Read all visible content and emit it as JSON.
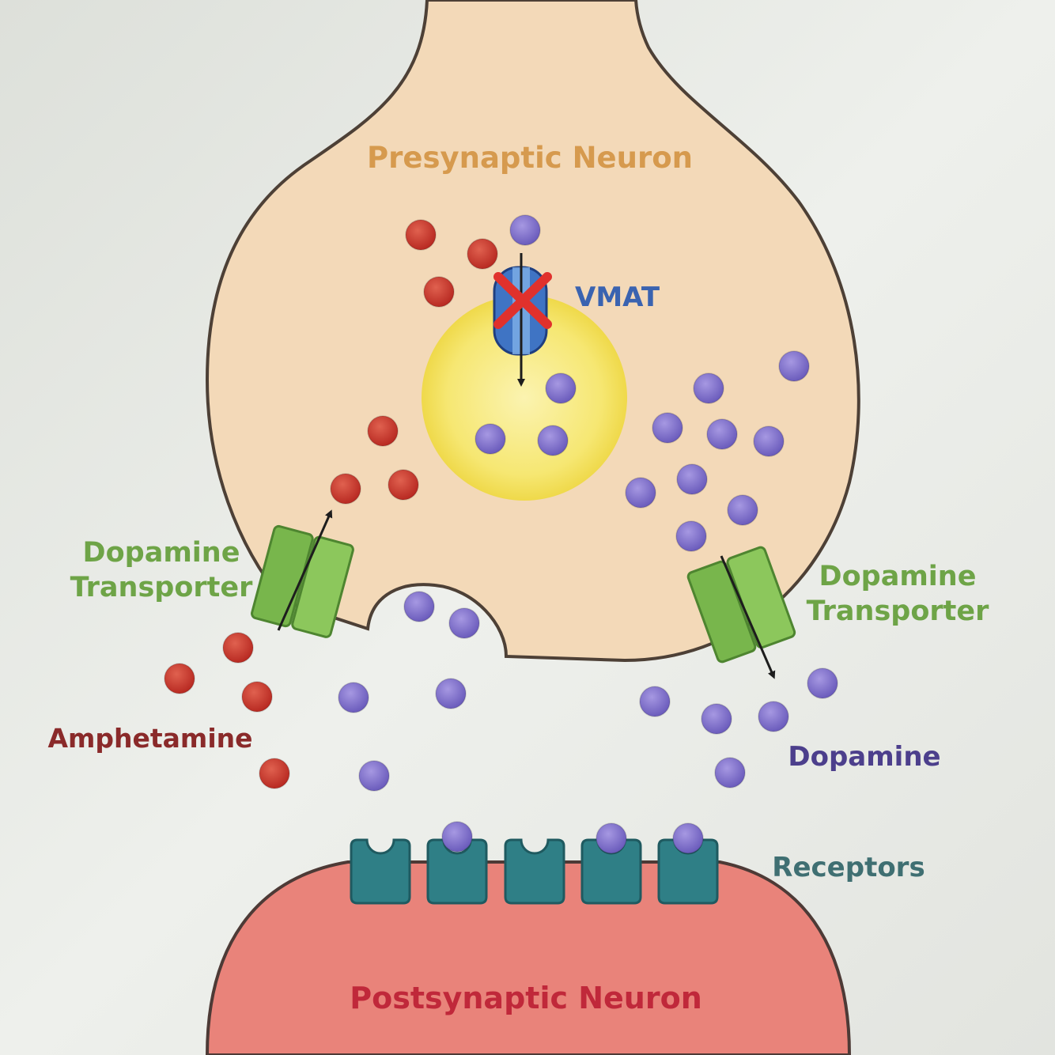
{
  "labels": {
    "presynaptic": "Presynaptic Neuron",
    "vmat": "VMAT",
    "transporter_left_line1": "Dopamine",
    "transporter_left_line2": "Transporter",
    "transporter_right_line1": "Dopamine",
    "transporter_right_line2": "Transporter",
    "amphetamine": "Amphetamine",
    "dopamine": "Dopamine",
    "receptors": "Receptors",
    "postsynaptic": "Postsynaptic Neuron"
  },
  "colors": {
    "presynaptic_label": "#d69a4e",
    "vmat_label": "#3a63b0",
    "transporter_label": "#6ea447",
    "amphetamine_label": "#8a2a2a",
    "dopamine_label": "#4c3f8c",
    "receptors_label": "#3f6f72",
    "postsynaptic_label": "#c0283a",
    "amphetamine_dot": "#c2352c",
    "dopamine_dot": "#8777cf",
    "vesicle": "#f2de5a",
    "receptor": "#2f7f86",
    "transporter": "#78b64c",
    "blocked_x": "#e0312c"
  }
}
